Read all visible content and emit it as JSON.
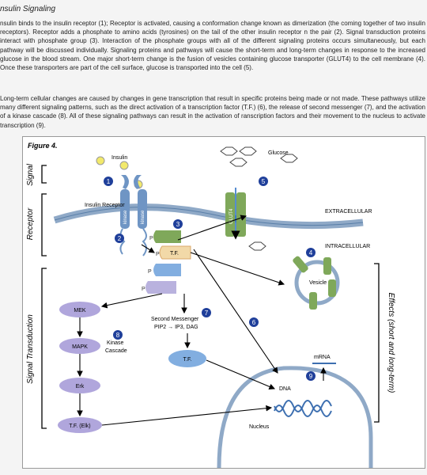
{
  "heading": "nsulin Signaling",
  "paragraph1": "nsulin binds to the insulin receptor (1); Receptor is activated, causing a conformation change known as dimerization (the coming together of two insulin receptors). Receptor adds a phosphate to amino acids (tyrosines) on the tail of the other insulin receptor n the pair (2). Signal transduction proteins interact with phosphate group (3). Interaction of the phosphate groups with all of the different signaling proteins occurs simultaneously, but each pathway will be discussed individually. Signaling proteins and pathways will cause the short-term and long-term changes in response to the increased glucose in the blood stream. One major short-term change is the fusion of vesicles containing glucose transporter (GLUT4) to the cell membrane (4). Once these transporters are part of the cell surface, glucose is transported into the cell (5).",
  "paragraph2": "Long-term cellular changes are caused by changes in gene transcription that result in specific proteins being made or not made. These pathways utilize many different signaling patterns, such as the direct activation of a transcription factor (T.F.) (6), the release of second messenger (7), and the activation of a kinase cascade (8). All of these signaling pathways can result in the activation of ranscription factors and their movement to the nucleus to activate transcription (9).",
  "figure": {
    "title": "Figure 4.",
    "insulin": "Insulin",
    "glucose": "Glucose",
    "receptor": "Insulin Receptor",
    "kinase": "kinase",
    "glut4": "GLUT4",
    "extracellular": "EXTRACELLULAR",
    "intracellular": "INTRACELLULAR",
    "vesicle": "Vesicle",
    "tf": "T.F.",
    "p": "P",
    "second_messenger": "Second Messenger",
    "pip": "PIP2 → IP3, DAG",
    "mek": "MEK",
    "mapk": "MAPK",
    "erk": "Erk",
    "tf_elk": "T.F. (Elk)",
    "kinase_cascade_1": "Kinase",
    "kinase_cascade_2": "Cascade",
    "dna": "DNA",
    "mrna": "mRNA",
    "nucleus": "Nucleus",
    "side_signal": "Signal",
    "side_receptor": "Receptor",
    "side_transduction": "Signal Transduction",
    "side_effects": "Effects (short and long-term)",
    "markers": [
      "1",
      "2",
      "3",
      "4",
      "5",
      "6",
      "7",
      "8",
      "9"
    ],
    "colors": {
      "marker": "#1f3f9a",
      "membrane": "#8fa9c7",
      "receptor": "#6f95c4",
      "green": "#7fa85a",
      "lavender": "#b9b2de",
      "node": "#b0a6dc",
      "blue_node": "#82aee0",
      "dna": "#3d6fb0",
      "insulin": "#f2e96b"
    }
  }
}
